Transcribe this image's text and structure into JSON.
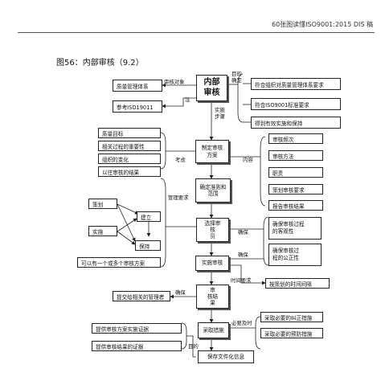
{
  "header": "60张图读懂ISO9001:2015 DIS 稿",
  "figure_title": "图56：内部审核（9.2）",
  "nodes": {
    "core": "内部\n审核",
    "mgmt_system": "质量管理体系",
    "ref_iso": "参考ISO19011",
    "purpose1": "符合组织对质量管理体系要求",
    "purpose2": "符合ISO9001标准要求",
    "purpose3": "得到有效实施和保持",
    "plan": "制定审核\n方案",
    "c1": "质量目标",
    "c2": "相关过程的重要性",
    "c3": "组织的变化",
    "c4": "以往审核的结果",
    "p1": "审核频次",
    "p2": "审核方法",
    "p3": "职责",
    "p4": "策划审核要求",
    "p5": "报告审核结果",
    "criteria": "确定准则和\n范围",
    "m_plan": "策划",
    "m_impl": "实施",
    "m_estab": "建立",
    "m_keep": "保持",
    "one_or_more": "可以有一个或多个审核方案",
    "auditor": "选择审\n核\n员",
    "ensure1": "确保审核过程\n的客观性",
    "ensure2": "确保审核过\n程的公正性",
    "implement": "实施审核",
    "timely": "按策划的时间间隔",
    "result": "审\n核结\n果",
    "submit": "提交给相关的管理者",
    "action": "采取措施",
    "corr": "采取必要的纠正措施",
    "prev": "采取必要的预防措施",
    "evid1": "提供审核方案实施证据",
    "evid2": "提供审核结果的证据",
    "keep_doc": "保存文件化信息"
  },
  "labels": {
    "audit_object": "审核对象",
    "note": "注",
    "purpose": "目的\n确定",
    "impl_steps": "实施\n步骤",
    "consider": "考虑",
    "content": "内容",
    "mgmt_req": "管理要求",
    "to_ensure1": "确保",
    "to_ensure2": "确保",
    "time_req": "时间要求",
    "ensure3": "确保",
    "if_needed": "必要及时",
    "purpose2": "目的"
  }
}
